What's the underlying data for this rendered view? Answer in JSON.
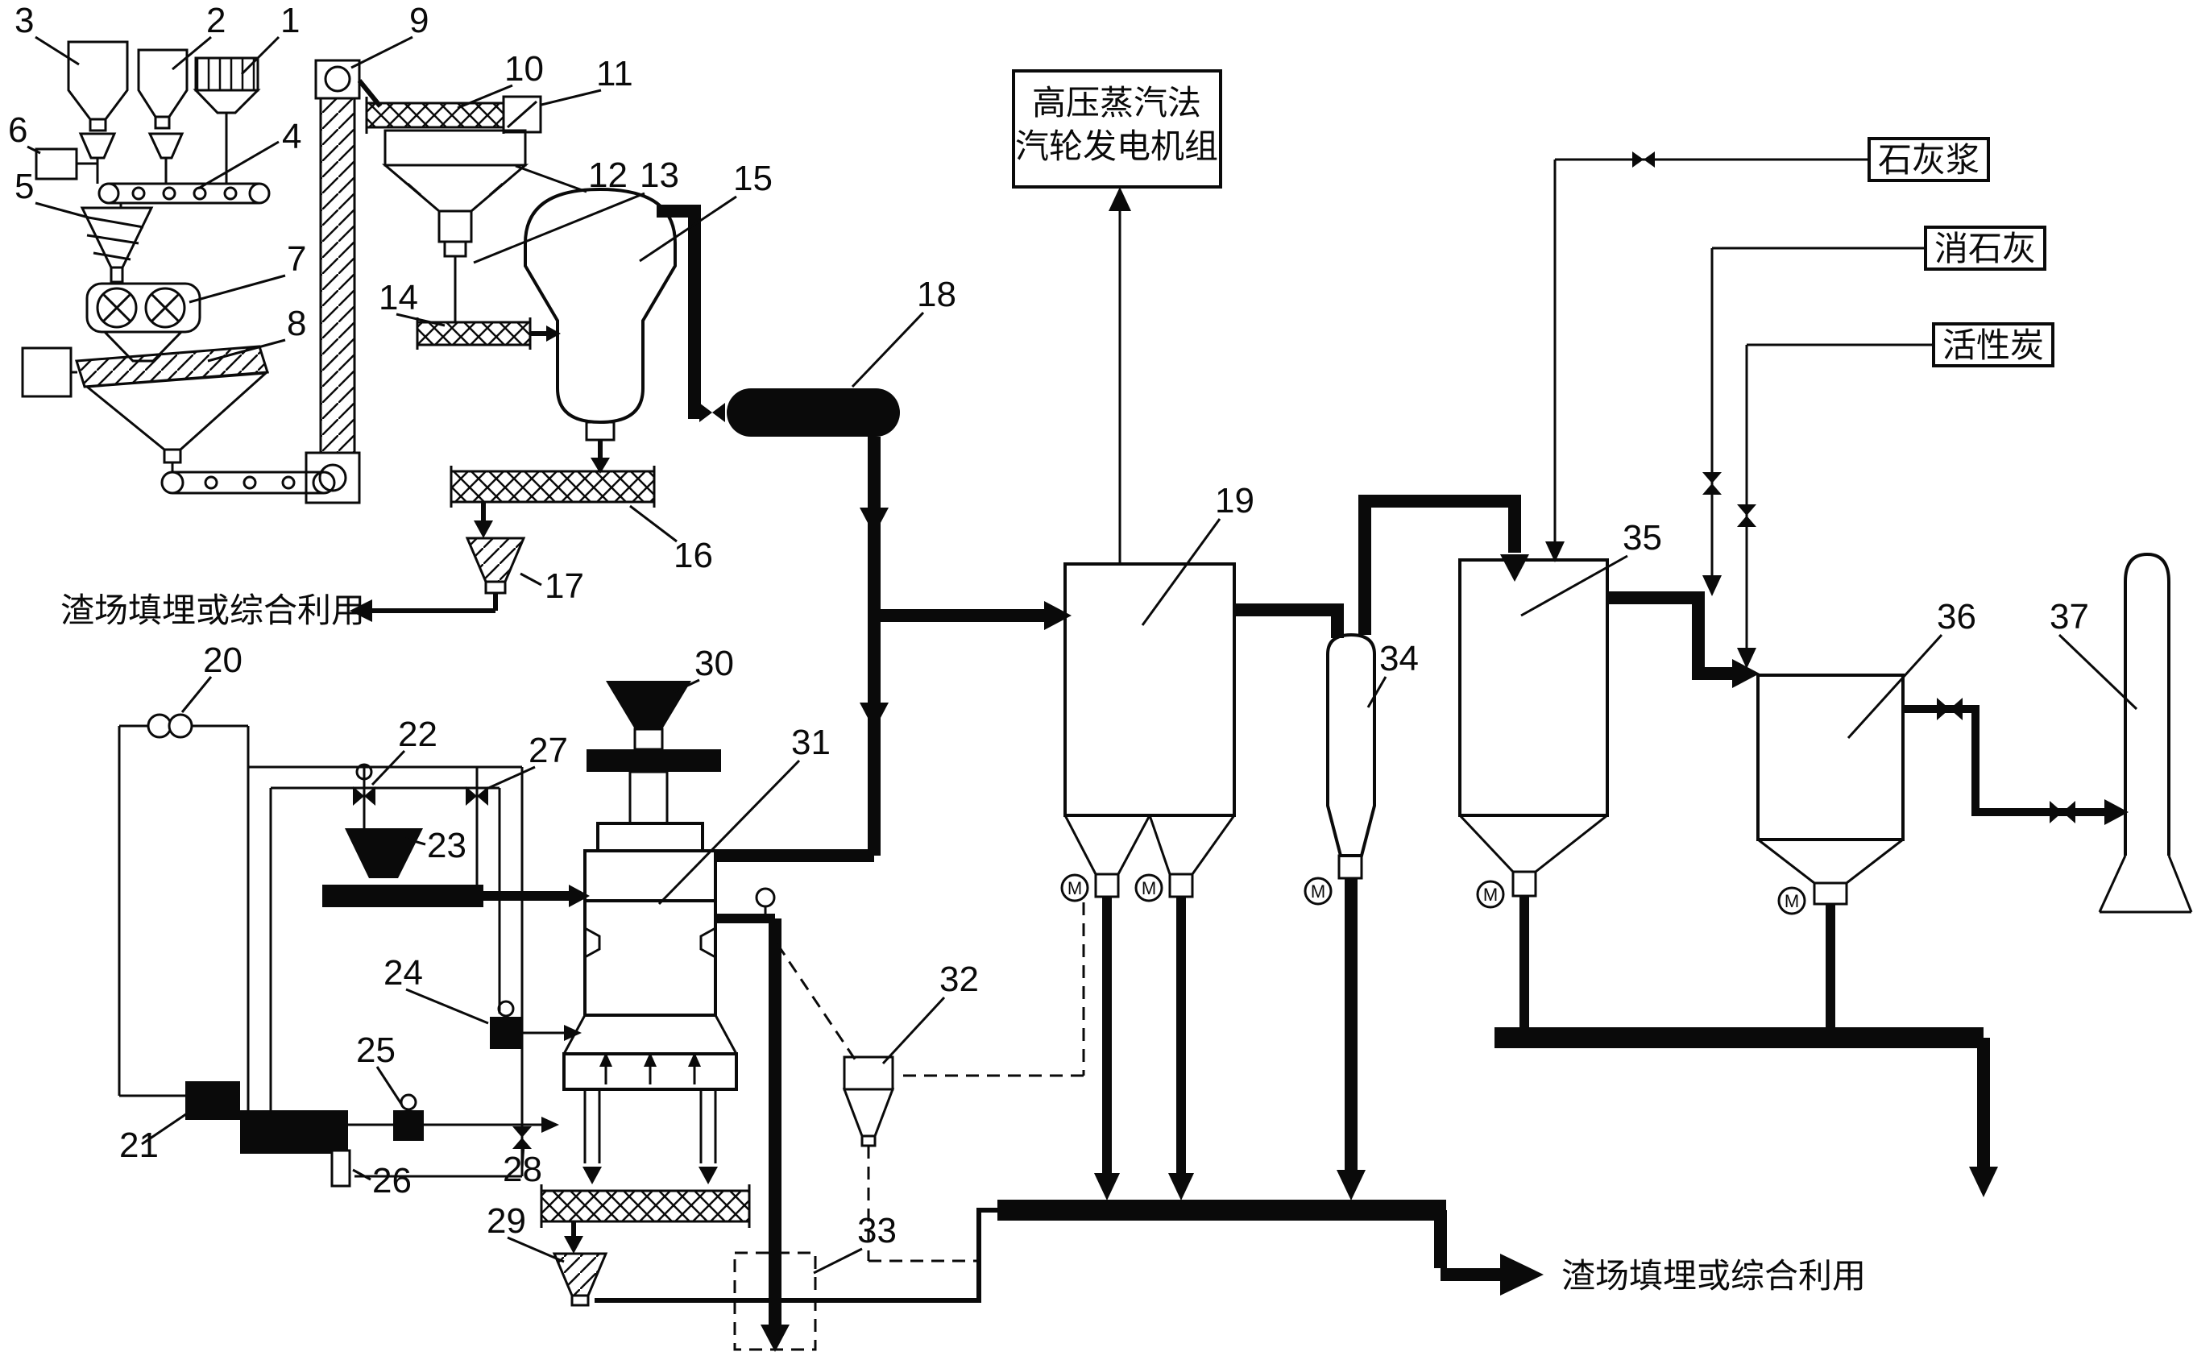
{
  "labels": {
    "p1": "1",
    "p2": "2",
    "p3": "3",
    "p4": "4",
    "p5": "5",
    "p6": "6",
    "p7": "7",
    "p8": "8",
    "p9": "9",
    "p10": "10",
    "p11": "11",
    "p12": "12",
    "p13": "13",
    "p14": "14",
    "p15": "15",
    "p16": "16",
    "p17": "17",
    "p18": "18",
    "p19": "19",
    "p20": "20",
    "p21": "21",
    "p22": "22",
    "p23": "23",
    "p24": "24",
    "p25": "25",
    "p26": "26",
    "p27": "27",
    "p28": "28",
    "p29": "29",
    "p30": "30",
    "p31": "31",
    "p32": "32",
    "p33": "33",
    "p34": "34",
    "p35": "35",
    "p36": "36",
    "p37": "37",
    "motor": "M"
  },
  "texts": {
    "steam_box_line1": "高压蒸汽法",
    "steam_box_line2": "汽轮发电机组",
    "lime_slurry": "石灰浆",
    "slaked_lime": "消石灰",
    "activated_carbon": "活性炭",
    "landfill_left": "渣场填埋或综合利用",
    "landfill_bottom": "渣场填埋或综合利用"
  }
}
